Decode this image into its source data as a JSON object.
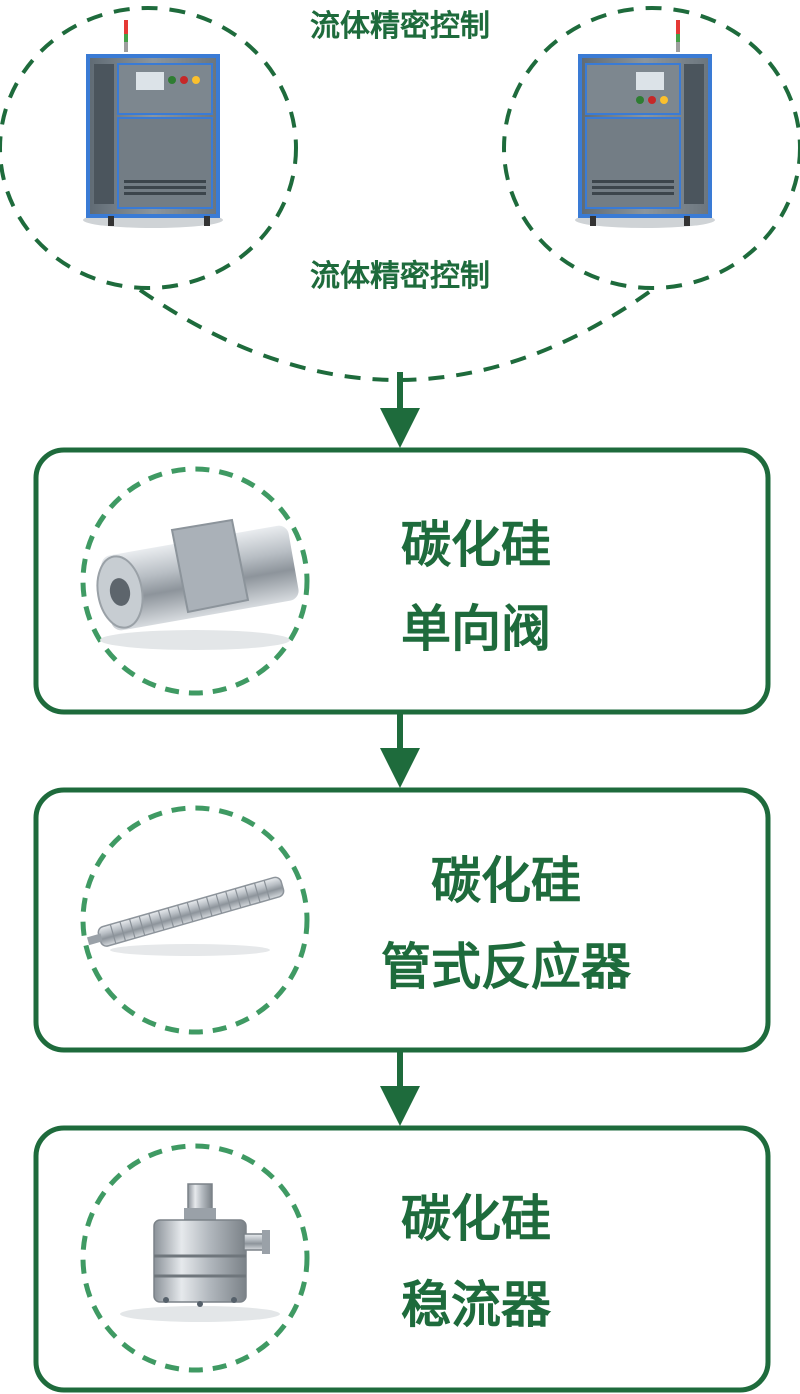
{
  "colors": {
    "green": "#1e6b3c",
    "light_green": "#3f9a63",
    "box_border": "#1e6b3c"
  },
  "top": {
    "label_top": "流体精密控制",
    "label_bottom": "流体精密控制"
  },
  "steps": [
    {
      "line1": "碳化硅",
      "line2": "单向阀",
      "icon": "check-valve-icon"
    },
    {
      "line1": "碳化硅",
      "line2": "管式反应器",
      "icon": "tube-reactor-icon"
    },
    {
      "line1": "碳化硅",
      "line2": "稳流器",
      "icon": "flow-stabilizer-icon"
    }
  ]
}
